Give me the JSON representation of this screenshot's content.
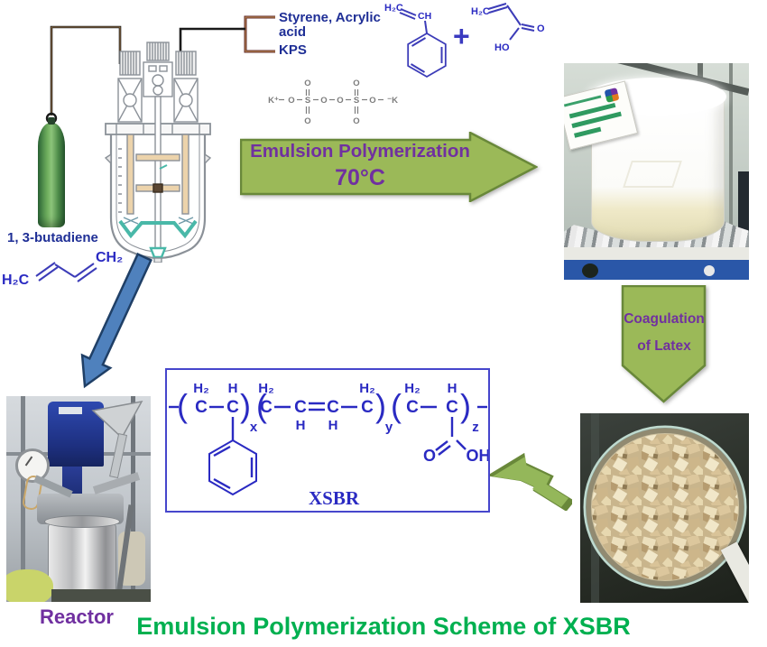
{
  "colors": {
    "process_arrow_green": "#9bb958",
    "process_text_purple": "#7030a0",
    "structure_blue": "#2a2ac2",
    "label_navy": "#1f2f96",
    "title_green": "#00b050",
    "kps_gray": "#7c7c7c",
    "flow_arrow_blue": "#4f81bd"
  },
  "feed": {
    "cylinder_label": "1, 3-butadiene",
    "styrene_acrylic_line1": "Styrene, Acrylic",
    "styrene_acrylic_line2": "acid",
    "kps_label": "KPS"
  },
  "molecules": {
    "butadiene": {
      "left": "H₂C",
      "right": "CH₂"
    },
    "styrene": {
      "top": "H₂C",
      "mid": "CH"
    },
    "plus": "+",
    "acrylic_acid": {
      "left": "H₂C",
      "o": "O",
      "ho": "HO"
    },
    "kps": {
      "k_left": "K⁺",
      "k_right": "⁻K",
      "o": "O",
      "s": "S"
    }
  },
  "process": {
    "emulsion_line1": "Emulsion Polymerization",
    "emulsion_line2": "70°C",
    "coagulation_line1": "Coagulation",
    "coagulation_line2": "of Latex"
  },
  "polymer": {
    "c": "C",
    "h": "H",
    "h2": "H₂",
    "x": "x",
    "y": "y",
    "z": "z",
    "o": "O",
    "oh": "OH",
    "paren_open": "(",
    "paren_close": ")",
    "name": "XSBR"
  },
  "captions": {
    "reactor": "Reactor",
    "title": "Emulsion Polymerization Scheme of XSBR"
  }
}
